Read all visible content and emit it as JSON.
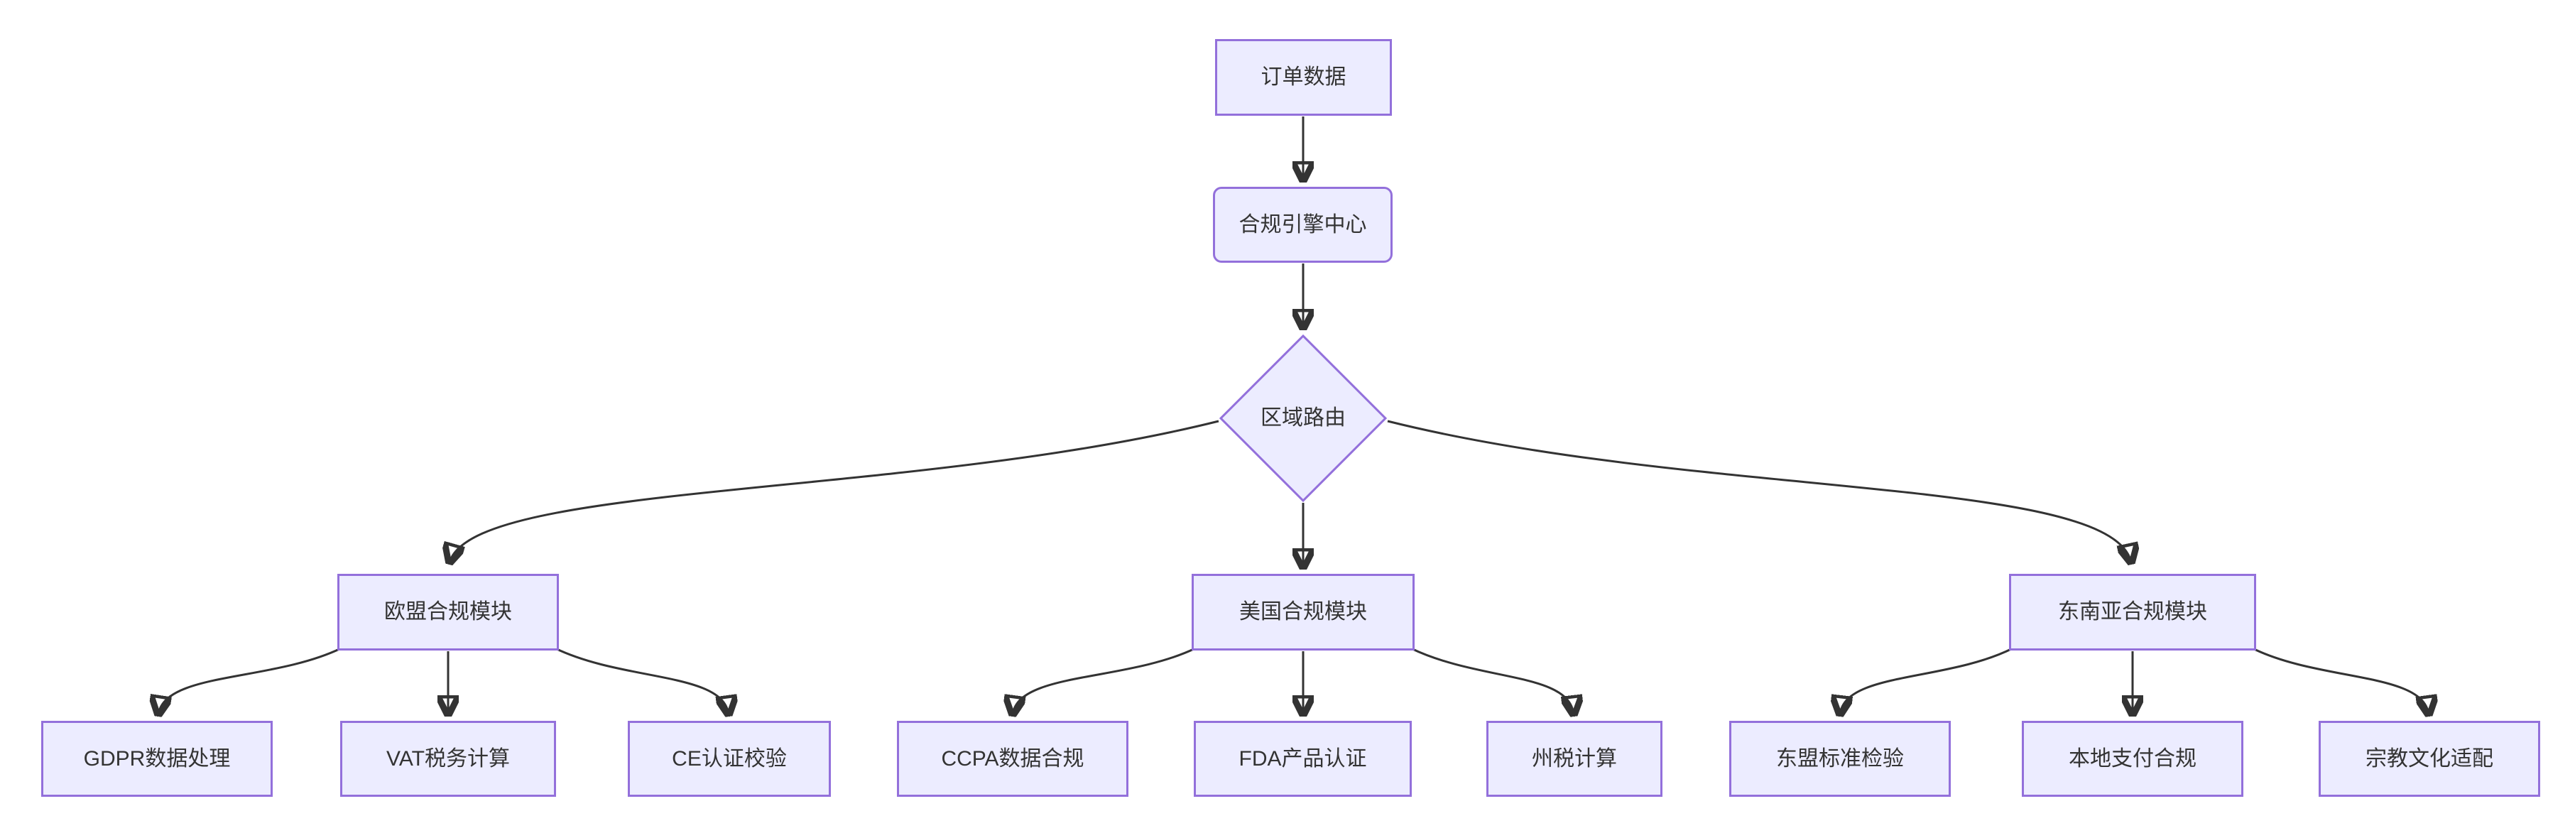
{
  "diagram": {
    "type": "flowchart",
    "direction": "top-down",
    "colors": {
      "background": "#FFFFFF",
      "node_fill": "#ECECFF",
      "node_border": "#9370DB",
      "edge": "#333333",
      "text": "#333333"
    },
    "nodes": [
      {
        "id": "order-data",
        "label": "订单数据",
        "shape": "rectangle"
      },
      {
        "id": "compliance-engine",
        "label": "合规引擎中心",
        "shape": "rounded-rectangle"
      },
      {
        "id": "region-router",
        "label": "区域路由",
        "shape": "diamond"
      },
      {
        "id": "eu-module",
        "label": "欧盟合规模块",
        "shape": "rectangle"
      },
      {
        "id": "us-module",
        "label": "美国合规模块",
        "shape": "rectangle"
      },
      {
        "id": "sea-module",
        "label": "东南亚合规模块",
        "shape": "rectangle"
      },
      {
        "id": "gdpr",
        "label": "GDPR数据处理",
        "shape": "rectangle"
      },
      {
        "id": "vat",
        "label": "VAT税务计算",
        "shape": "rectangle"
      },
      {
        "id": "ce",
        "label": "CE认证校验",
        "shape": "rectangle"
      },
      {
        "id": "ccpa",
        "label": "CCPA数据合规",
        "shape": "rectangle"
      },
      {
        "id": "fda",
        "label": "FDA产品认证",
        "shape": "rectangle"
      },
      {
        "id": "state-tax",
        "label": "州税计算",
        "shape": "rectangle"
      },
      {
        "id": "asean-standard",
        "label": "东盟标准检验",
        "shape": "rectangle"
      },
      {
        "id": "local-payment",
        "label": "本地支付合规",
        "shape": "rectangle"
      },
      {
        "id": "religion-culture",
        "label": "宗教文化适配",
        "shape": "rectangle"
      }
    ],
    "edges": [
      {
        "from": "订单数据",
        "to": "合规引擎中心",
        "arrow": true
      },
      {
        "from": "合规引擎中心",
        "to": "区域路由",
        "arrow": true
      },
      {
        "from": "区域路由",
        "to": "欧盟合规模块",
        "arrow": true
      },
      {
        "from": "区域路由",
        "to": "美国合规模块",
        "arrow": true
      },
      {
        "from": "区域路由",
        "to": "东南亚合规模块",
        "arrow": true
      },
      {
        "from": "欧盟合规模块",
        "to": "GDPR数据处理",
        "arrow": true
      },
      {
        "from": "欧盟合规模块",
        "to": "VAT税务计算",
        "arrow": true
      },
      {
        "from": "欧盟合规模块",
        "to": "CE认证校验",
        "arrow": true
      },
      {
        "from": "美国合规模块",
        "to": "CCPA数据合规",
        "arrow": true
      },
      {
        "from": "美国合规模块",
        "to": "FDA产品认证",
        "arrow": true
      },
      {
        "from": "美国合规模块",
        "to": "州税计算",
        "arrow": true
      },
      {
        "from": "东南亚合规模块",
        "to": "东盟标准检验",
        "arrow": true
      },
      {
        "from": "东南亚合规模块",
        "to": "本地支付合规",
        "arrow": true
      },
      {
        "from": "东南亚合规模块",
        "to": "宗教文化适配",
        "arrow": true
      }
    ]
  }
}
